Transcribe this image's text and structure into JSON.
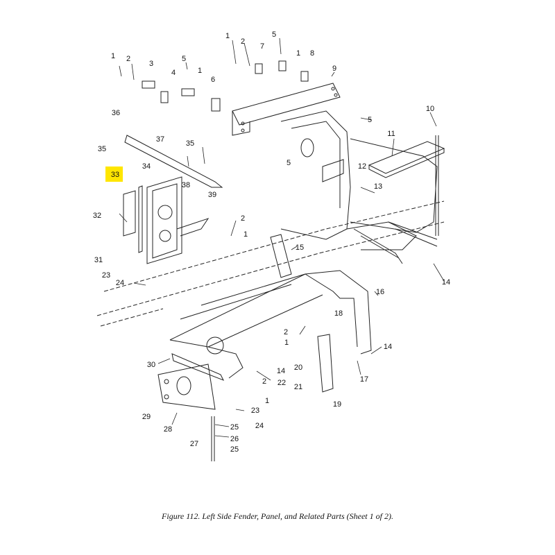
{
  "figure": {
    "caption": "Figure 112.  Left Side Fender, Panel, and Related Parts (Sheet 1 of 2).",
    "highlight_color": "#ffe600",
    "highlighted_callout": "33"
  },
  "callouts": [
    {
      "id": "c1a",
      "label": "1"
    },
    {
      "id": "c2a",
      "label": "2"
    },
    {
      "id": "c3",
      "label": "3"
    },
    {
      "id": "c5a",
      "label": "5"
    },
    {
      "id": "c4",
      "label": "4"
    },
    {
      "id": "c1b",
      "label": "1"
    },
    {
      "id": "c6",
      "label": "6"
    },
    {
      "id": "c1c",
      "label": "1"
    },
    {
      "id": "c2b",
      "label": "2"
    },
    {
      "id": "c5b",
      "label": "5"
    },
    {
      "id": "c7",
      "label": "7"
    },
    {
      "id": "c1d",
      "label": "1"
    },
    {
      "id": "c8",
      "label": "8"
    },
    {
      "id": "c9",
      "label": "9"
    },
    {
      "id": "c5c",
      "label": "5"
    },
    {
      "id": "c5d",
      "label": "5"
    },
    {
      "id": "c10",
      "label": "10"
    },
    {
      "id": "c11",
      "label": "11"
    },
    {
      "id": "c12",
      "label": "12"
    },
    {
      "id": "c13",
      "label": "13"
    },
    {
      "id": "c14a",
      "label": "14"
    },
    {
      "id": "c36",
      "label": "36"
    },
    {
      "id": "c35a",
      "label": "35"
    },
    {
      "id": "c37",
      "label": "37"
    },
    {
      "id": "c35b",
      "label": "35"
    },
    {
      "id": "c33",
      "label": "33"
    },
    {
      "id": "c34",
      "label": "34"
    },
    {
      "id": "c38",
      "label": "38"
    },
    {
      "id": "c39",
      "label": "39"
    },
    {
      "id": "c32",
      "label": "32"
    },
    {
      "id": "c2c",
      "label": "2"
    },
    {
      "id": "c1e",
      "label": "1"
    },
    {
      "id": "c31",
      "label": "31"
    },
    {
      "id": "c23a",
      "label": "23"
    },
    {
      "id": "c24a",
      "label": "24"
    },
    {
      "id": "c15",
      "label": "15"
    },
    {
      "id": "c16",
      "label": "16"
    },
    {
      "id": "c18",
      "label": "18"
    },
    {
      "id": "c2d",
      "label": "2"
    },
    {
      "id": "c1f",
      "label": "1"
    },
    {
      "id": "c14b",
      "label": "14"
    },
    {
      "id": "c14c",
      "label": "14"
    },
    {
      "id": "c17",
      "label": "17"
    },
    {
      "id": "c20",
      "label": "20"
    },
    {
      "id": "c21",
      "label": "21"
    },
    {
      "id": "c19",
      "label": "19"
    },
    {
      "id": "c22",
      "label": "22"
    },
    {
      "id": "c2e",
      "label": "2"
    },
    {
      "id": "c1g",
      "label": "1"
    },
    {
      "id": "c30",
      "label": "30"
    },
    {
      "id": "c29",
      "label": "29"
    },
    {
      "id": "c28",
      "label": "28"
    },
    {
      "id": "c23b",
      "label": "23"
    },
    {
      "id": "c24b",
      "label": "24"
    },
    {
      "id": "c25a",
      "label": "25"
    },
    {
      "id": "c26",
      "label": "26"
    },
    {
      "id": "c27",
      "label": "27"
    },
    {
      "id": "c25b",
      "label": "25"
    }
  ]
}
